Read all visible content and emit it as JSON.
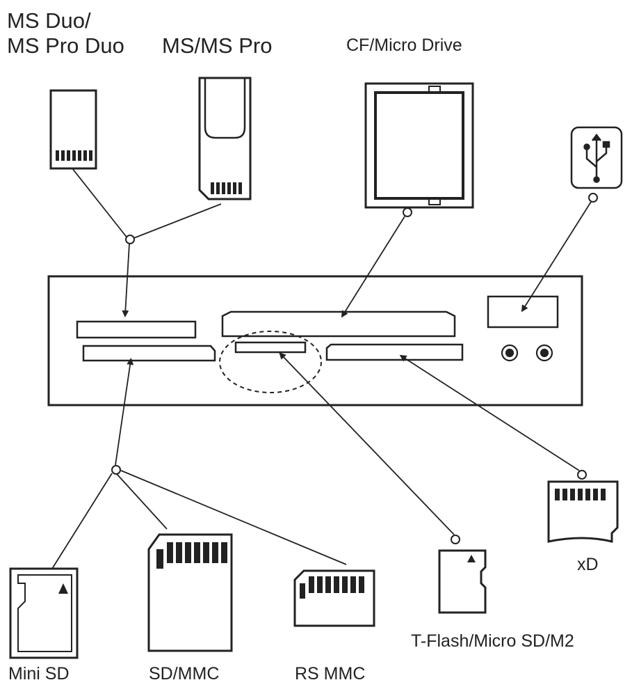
{
  "labels": {
    "ms_duo_line1": "MS Duo/",
    "ms_duo_line2": "MS Pro Duo",
    "ms_pro": "MS/MS Pro",
    "cf": "CF/Micro Drive",
    "mini_sd": "Mini SD",
    "sd_mmc": "SD/MMC",
    "rs_mmc": "RS MMC",
    "tflash": "T-Flash/Micro SD/M2",
    "xd": "xD"
  },
  "icons": {
    "usb": "usb-icon"
  },
  "colors": {
    "line": "#222222",
    "background": "#ffffff"
  }
}
